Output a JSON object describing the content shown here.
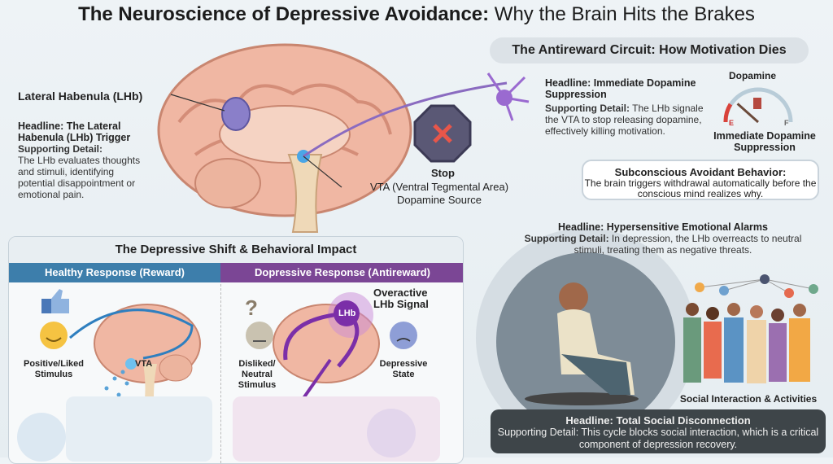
{
  "title": {
    "bold": "The Neuroscience of Depressive Avoidance:",
    "rest": " Why the Brain Hits the Brakes"
  },
  "brain_top": {
    "lhb_label": "Lateral Habenula (LHb)",
    "lhb_headline": "Headline: The Lateral Habenula (LHb) Trigger",
    "lhb_detail_label": "Supporting Detail:",
    "lhb_detail": "The LHb evaluates thoughts and stimuli, identifying potential disappointment or emotional pain.",
    "stop_label": "Stop",
    "vta_label": "VTA (Ventral Tegmental Area)",
    "vta_sub": "Dopamine Source"
  },
  "antireward": {
    "pill": "The Antireward Circuit: How Motivation Dies",
    "headline": "Headline: Immediate Dopamine Suppression",
    "detail_label": "Supporting Detail:",
    "detail": " The LHb signale the VTA to stop releasing dopamine, effectively killing motivation.",
    "gauge_title": "Dopamine",
    "gauge_e": "E",
    "gauge_f": "F",
    "gauge_caption": "Immediate Dopamine Suppression",
    "gauge_level": 0.05,
    "subconscious_title": "Subconscious Avoidant Behavior:",
    "subconscious_text": "The brain triggers withdrawal automatically before the conscious mind realizes why."
  },
  "shift": {
    "title": "The Depressive Shift & Behavioral Impact",
    "healthy_tab": "Healthy Response (Reward)",
    "depressive_tab": "Dopressive Response (Antireward)",
    "positive_label": "Positive/Liked Stimulus",
    "vta": "VTA",
    "neutral_label": "Disliked/ Neutral Stimulus",
    "lhb": "LHb",
    "overactive": "Overactive LHb Signal",
    "depressive_state": "Depressive State",
    "colors": {
      "healthy": "#3d7eab",
      "depressive": "#7b4695"
    }
  },
  "social": {
    "headline": "Headline: Hypersensitive Emotional Alarms",
    "detail_label": "Supporting Detail:",
    "detail": " In depression, the LHb overreacts to neutral stimuli, treating them as negative threats.",
    "group_caption": "Social Interaction & Activities",
    "disconnect_headline": "Headline: Total Social Disconnection",
    "disconnect_detail": "Supporting Detail: This cycle blocks social interaction, which is a critical component of depression recovery."
  }
}
